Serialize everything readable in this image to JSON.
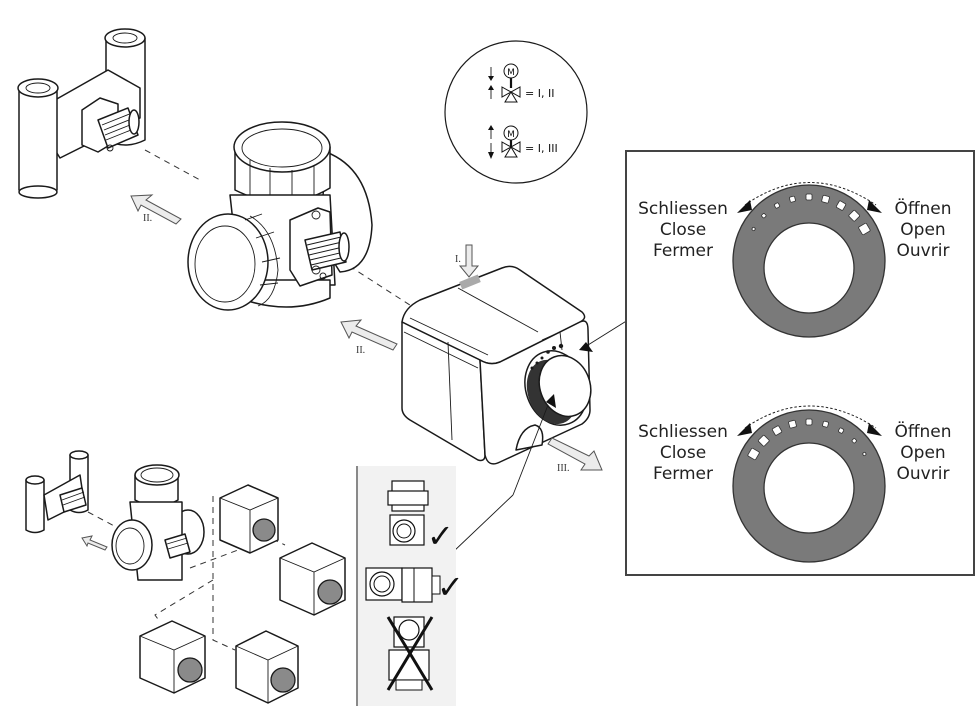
{
  "figure": {
    "title": "",
    "callout": {
      "row1": {
        "symbol": "motor-valve-down-up",
        "label": "= I, II"
      },
      "row2": {
        "symbol": "motor-valve-up-down",
        "label": "= I, III"
      },
      "motor_letter": "M"
    },
    "steps": {
      "step_1": "I.",
      "step_2_top": "II.",
      "step_2_mid": "II.",
      "step_3": "III.",
      "step_small": "I."
    },
    "dial_panel": {
      "dial_top": {
        "left_labels": [
          "Schliessen",
          "Close",
          "Fermer"
        ],
        "right_labels": [
          "Öffnen",
          "Open",
          "Ouvrir"
        ],
        "marker_direction": "increasing-toward-open"
      },
      "dial_bottom": {
        "left_labels": [
          "Schliessen",
          "Close",
          "Fermer"
        ],
        "right_labels": [
          "Öffnen",
          "Open",
          "Ouvrir"
        ],
        "marker_direction": "increasing-toward-close"
      }
    },
    "orientation_panel": {
      "items": [
        {
          "orientation": "actuator-above-valve",
          "status": "allowed",
          "mark": "✓"
        },
        {
          "orientation": "actuator-beside-valve",
          "status": "allowed",
          "mark": "✓"
        },
        {
          "orientation": "actuator-below-valve",
          "status": "not-allowed",
          "mark": "✗"
        }
      ]
    },
    "colors": {
      "line": "#1a1a1a",
      "dial_ring": "#7a7a7a",
      "arrow_fill": "#ececec",
      "panel_bg": "#f2f2f2",
      "background": "#ffffff"
    }
  }
}
